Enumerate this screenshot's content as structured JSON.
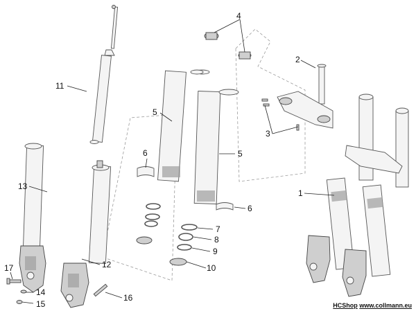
{
  "callouts": {
    "c1": "1",
    "c2": "2",
    "c3": "3",
    "c4": "4",
    "c5a": "5",
    "c5b": "5",
    "c6a": "6",
    "c6b": "6",
    "c7": "7",
    "c8": "8",
    "c9": "9",
    "c10": "10",
    "c11": "11",
    "c12": "12",
    "c13": "13",
    "c14": "14",
    "c15": "15",
    "c16": "16",
    "c17": "17"
  },
  "watermark": {
    "shop": "HCShop",
    "url": "www.collmann.eu"
  }
}
